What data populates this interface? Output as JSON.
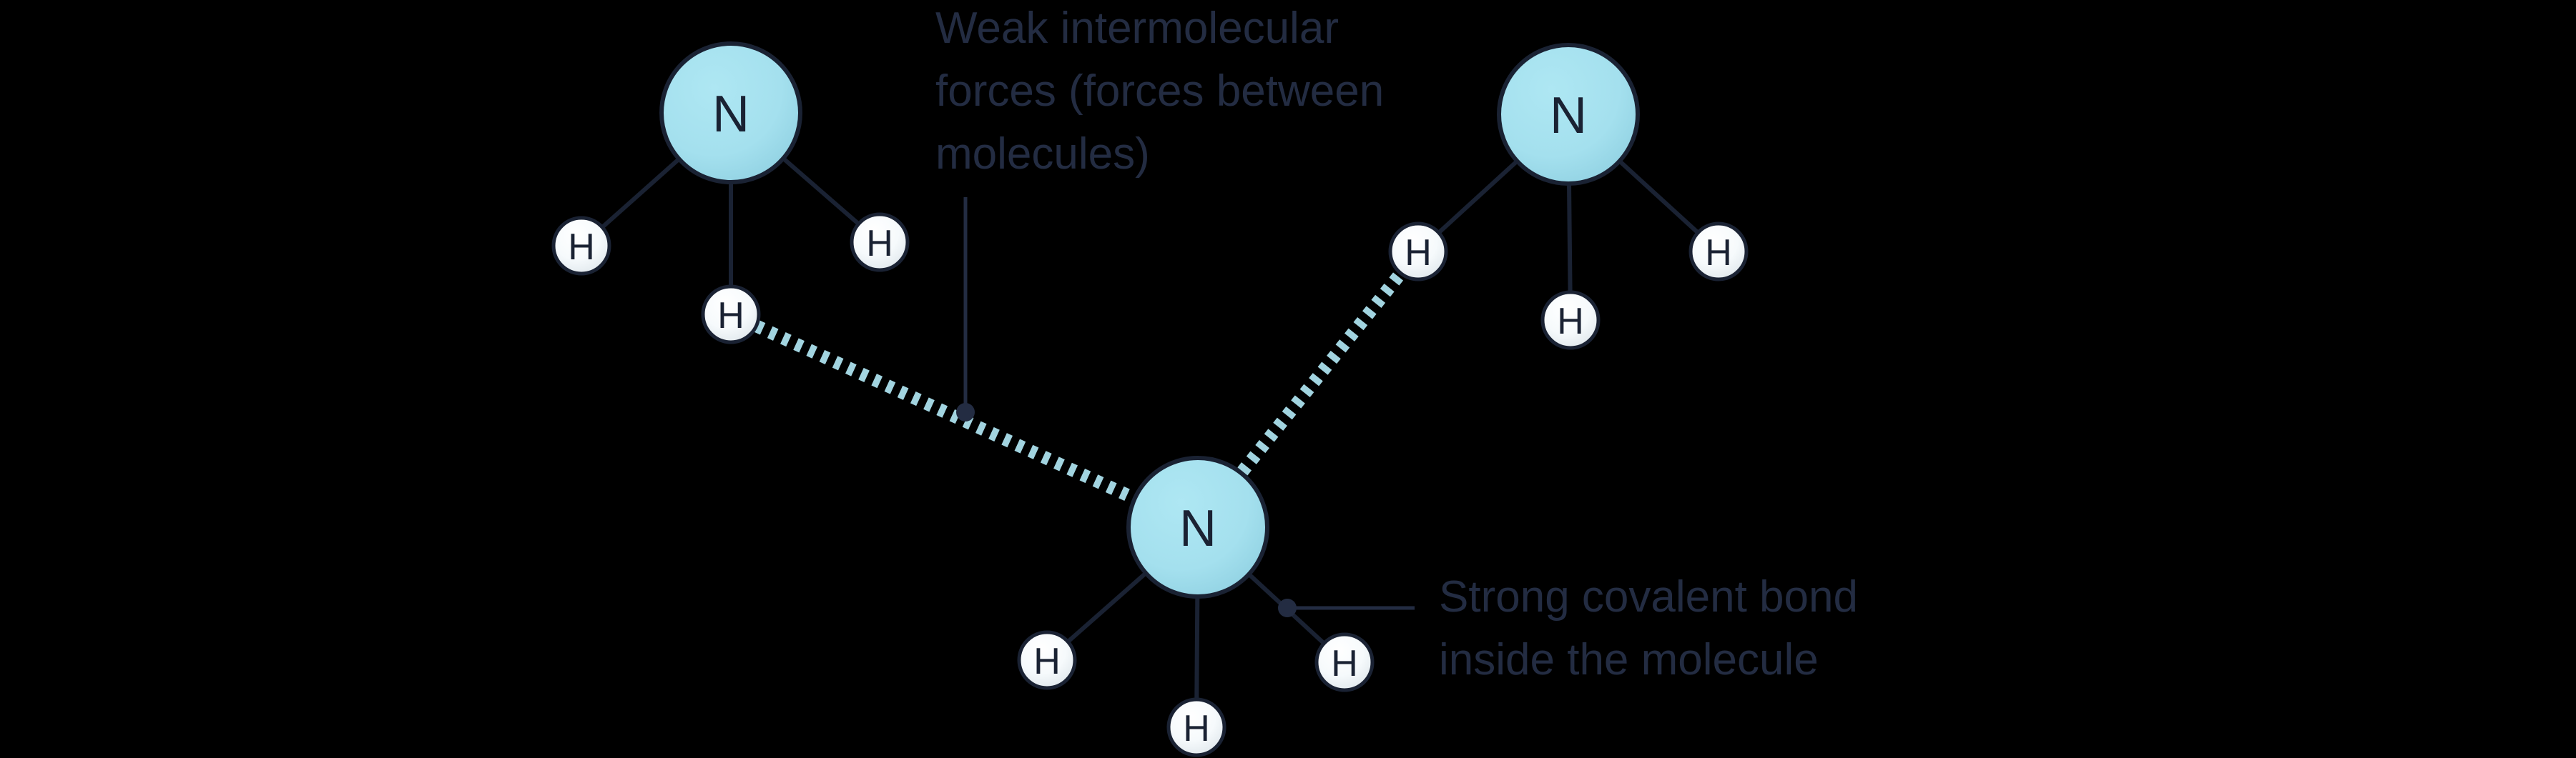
{
  "canvas": {
    "background": "#000000"
  },
  "atom_labels": {
    "nitrogen": "N",
    "hydrogen": "H"
  },
  "labels": {
    "weak_forces": {
      "line1": "Weak intermolecular",
      "line2": "forces (forces between",
      "line3": "molecules)"
    },
    "strong_bond": {
      "line1": "Strong covalent bond",
      "line2": "inside the molecule"
    }
  },
  "colors": {
    "background": "#000000",
    "nitrogen_fill": "#a4e0ee",
    "nitrogen_highlight": "#aee7f3",
    "nitrogen_shadow": "#8fd0e1",
    "hydrogen_fill": "#f6fafc",
    "hydrogen_highlight": "#ffffff",
    "hydrogen_shadow": "#dde5ea",
    "outline": "#1a2233",
    "bond": "#1a2233",
    "hydrogen_bond": "#a2d4e0",
    "annotation_line": "#232c42",
    "annotation_text": "#232c42",
    "atom_label": "#1a2233"
  }
}
